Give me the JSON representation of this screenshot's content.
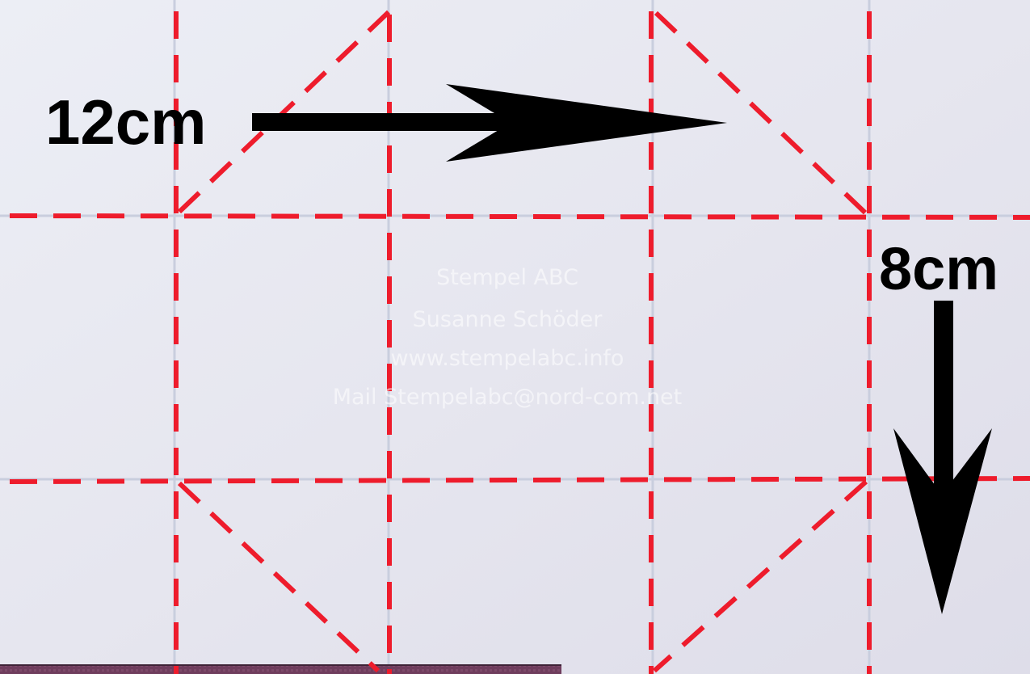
{
  "labels": {
    "width": "12cm",
    "height": "8cm"
  },
  "watermark": {
    "line1": "Stempel ABC",
    "line2": "Susanne Schöder",
    "line3": "www.stempelabc.info",
    "line4": "Mail Stempelabc@nord-com.net"
  },
  "colors": {
    "fold_line": "#ee1c2c",
    "arrow": "#000000",
    "paper": "#e9e9f0",
    "bottom_strip": "#6e3c5c"
  },
  "icons": {
    "right_arrow": "arrow-right-icon",
    "down_arrow": "arrow-down-icon"
  }
}
